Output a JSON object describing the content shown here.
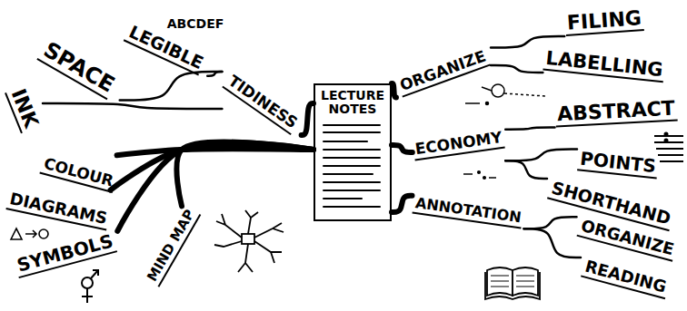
{
  "diagram": {
    "nodes": [
      {
        "text": [
          "LECTURE NOTES"
        ]
      },
      {
        "text": [
          "ORGANIZE"
        ]
      },
      {
        "text": [
          "FILING"
        ]
      },
      {
        "text": [
          "LABELLING"
        ]
      },
      {
        "text": [
          "ECONOMY"
        ]
      },
      {
        "text": [
          "ABSTRACT"
        ]
      },
      {
        "text": [
          "POINTS"
        ]
      },
      {
        "text": [
          "SHORTHAND"
        ]
      },
      {
        "text": [
          "ANNOTATION"
        ]
      },
      {
        "text": [
          "ORGANIZE"
        ]
      },
      {
        "text": [
          "READING"
        ]
      },
      {
        "text": [
          "TIDINESS"
        ]
      },
      {
        "text": [
          "LEGIBLE"
        ]
      },
      {
        "text": [
          "SPACE"
        ]
      },
      {
        "text": [
          "INK"
        ]
      },
      {
        "text": [
          "COLOUR"
        ]
      },
      {
        "text": [
          "DIAGRAMS"
        ]
      },
      {
        "text": [
          "SYMBOLS"
        ]
      },
      {
        "text": [
          "MIND MAP"
        ]
      }
    ],
    "edges": [
      {
        "from": 0,
        "to": 1,
        "arrow": "none"
      },
      {
        "from": 1,
        "to": 2,
        "arrow": "none"
      },
      {
        "from": 1,
        "to": 3,
        "arrow": "none"
      },
      {
        "from": 0,
        "to": 4,
        "arrow": "none"
      },
      {
        "from": 4,
        "to": 5,
        "arrow": "none"
      },
      {
        "from": 4,
        "to": 6,
        "arrow": "none"
      },
      {
        "from": 4,
        "to": 7,
        "arrow": "none"
      },
      {
        "from": 0,
        "to": 8,
        "arrow": "none"
      },
      {
        "from": 8,
        "to": 9,
        "arrow": "none"
      },
      {
        "from": 8,
        "to": 10,
        "arrow": "none"
      },
      {
        "from": 0,
        "to": 11,
        "arrow": "none"
      },
      {
        "from": 11,
        "to": 12,
        "arrow": "none"
      },
      {
        "from": 11,
        "to": 13,
        "arrow": "none"
      },
      {
        "from": 11,
        "to": 14,
        "arrow": "none"
      },
      {
        "from": 0,
        "to": 15,
        "arrow": "none"
      },
      {
        "from": 0,
        "to": 16,
        "arrow": "none"
      },
      {
        "from": 0,
        "to": 17,
        "arrow": "none"
      },
      {
        "from": 0,
        "to": 18,
        "arrow": "none"
      }
    ],
    "labels": [
      "ABCDEF"
    ]
  }
}
